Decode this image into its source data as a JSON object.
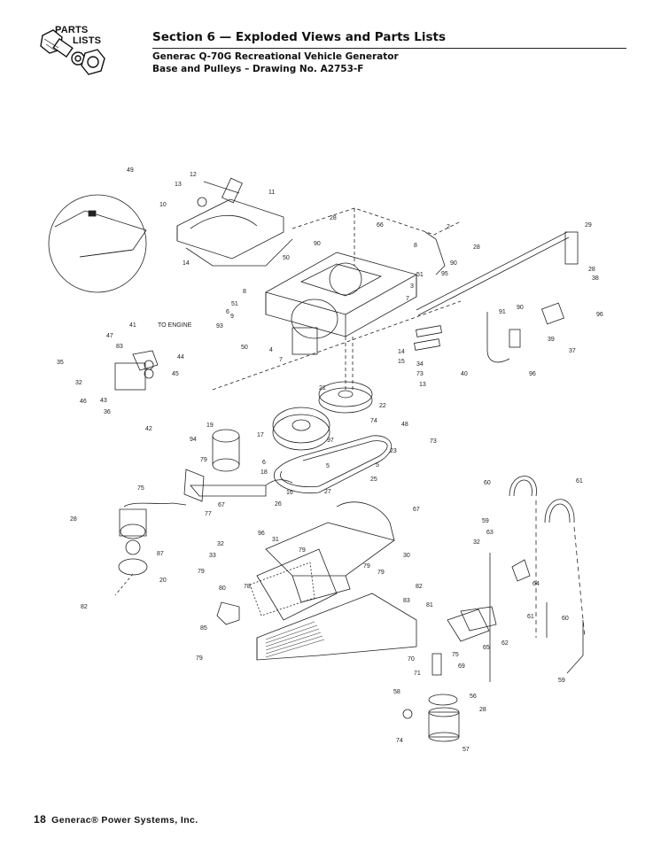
{
  "logo": {
    "line1": "PARTS",
    "line2": "LISTS"
  },
  "header": {
    "section_title": "Section 6 — Exploded Views and Parts Lists",
    "subtitle_line1": "Generac Q-70G Recreational Vehicle Generator",
    "subtitle_line2": "Base and Pulleys – Drawing No. A2753-F"
  },
  "drawing": {
    "annotation_to_engine": "TO ENGINE"
  },
  "footer": {
    "page_number": "18",
    "company": "Generac® Power Systems, Inc."
  }
}
